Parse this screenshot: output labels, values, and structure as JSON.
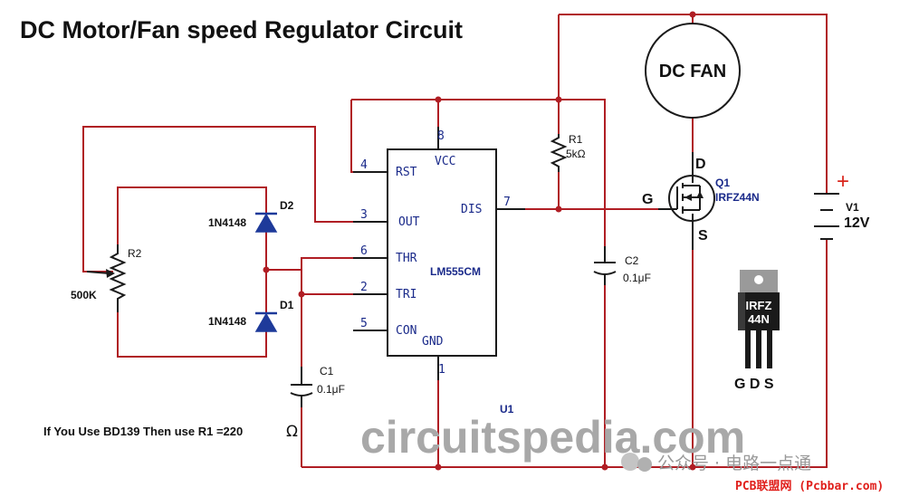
{
  "title": "DC Motor/Fan speed Regulator Circuit",
  "ic": {
    "name": "LM555CM",
    "ref": "U1",
    "pins": {
      "rst": {
        "num": "4",
        "label": "RST"
      },
      "out": {
        "num": "3",
        "label": "OUT"
      },
      "thr": {
        "num": "6",
        "label": "THR"
      },
      "tri": {
        "num": "2",
        "label": "TRI"
      },
      "con": {
        "num": "5",
        "label": "CON"
      },
      "vcc": {
        "num": "8",
        "label": "VCC"
      },
      "dis": {
        "num": "7",
        "label": "DIS"
      },
      "gnd": {
        "num": "1",
        "label": "GND"
      }
    }
  },
  "r1": {
    "ref": "R1",
    "value": "5kΩ"
  },
  "r2": {
    "ref": "R2",
    "value": "500K"
  },
  "c1": {
    "ref": "C1",
    "value": "0.1μF"
  },
  "c2": {
    "ref": "C2",
    "value": "0.1μF"
  },
  "d1": {
    "ref": "D1",
    "part": "1N4148"
  },
  "d2": {
    "ref": "D2",
    "part": "1N4148"
  },
  "q1": {
    "ref": "Q1",
    "part": "IRFZ44N",
    "d": "D",
    "g": "G",
    "s": "S"
  },
  "fan": {
    "label": "DC FAN"
  },
  "v1": {
    "ref": "V1",
    "value": "12V",
    "plus": "+"
  },
  "package": {
    "line1": "IRFZ",
    "line2": "44N",
    "pins": "G D S"
  },
  "note": {
    "text": "If You Use BD139 Then use R1 =220",
    "omega": "Ω"
  },
  "watermark": {
    "site": "circuitspedia.com",
    "wechat": "公众号 · 电路一点通",
    "pcb": "PCB联盟网 (Pcbbar.com)"
  }
}
